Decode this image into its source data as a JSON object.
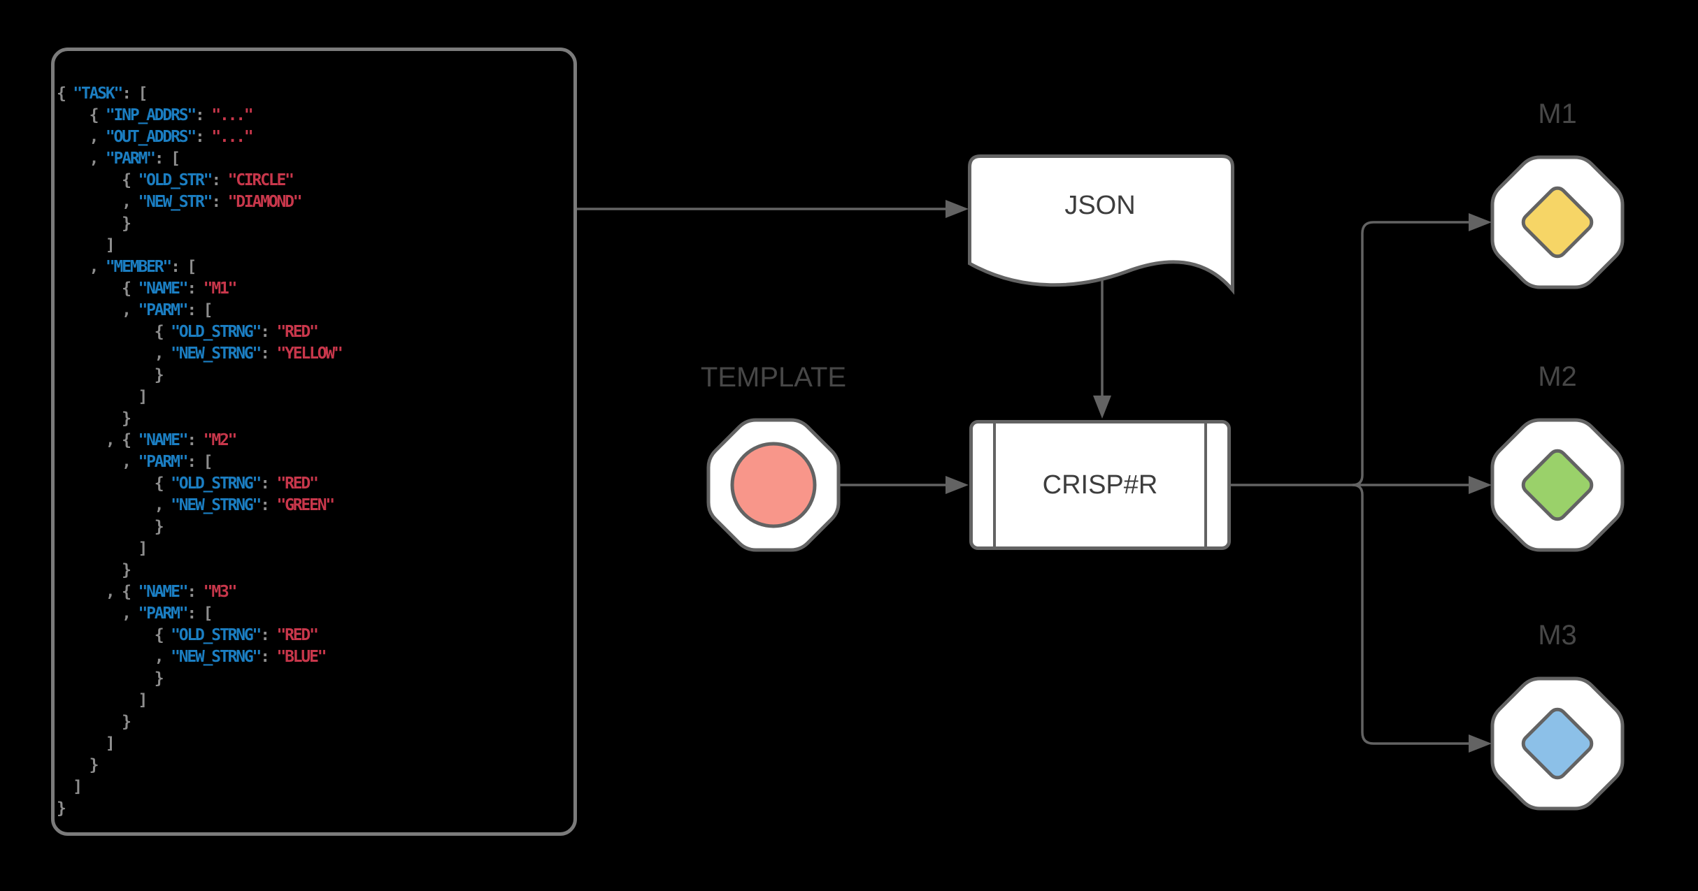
{
  "canvas": {
    "background": "#000000"
  },
  "code_panel": {
    "syntax_colors": {
      "k": "#1B7EC2",
      "v": "#C8374B",
      "p": "#8E8E8E"
    },
    "lines": [
      [
        [
          "p",
          "{ "
        ],
        [
          "k",
          "\"TASK\""
        ],
        [
          "p",
          ": ["
        ]
      ],
      [
        [
          "p",
          "    { "
        ],
        [
          "k",
          "\"INP_ADDRS\""
        ],
        [
          "p",
          ": "
        ],
        [
          "v",
          "\"...\""
        ]
      ],
      [
        [
          "p",
          "    , "
        ],
        [
          "k",
          "\"OUT_ADDRS\""
        ],
        [
          "p",
          ": "
        ],
        [
          "v",
          "\"...\""
        ]
      ],
      [
        [
          "p",
          "    , "
        ],
        [
          "k",
          "\"PARM\""
        ],
        [
          "p",
          ": ["
        ]
      ],
      [
        [
          "p",
          "        { "
        ],
        [
          "k",
          "\"OLD_STR\""
        ],
        [
          "p",
          ": "
        ],
        [
          "v",
          "\"CIRCLE\""
        ]
      ],
      [
        [
          "p",
          "        , "
        ],
        [
          "k",
          "\"NEW_STR\""
        ],
        [
          "p",
          ": "
        ],
        [
          "v",
          "\"DIAMOND\""
        ]
      ],
      [
        [
          "p",
          "        }"
        ]
      ],
      [
        [
          "p",
          "      ]"
        ]
      ],
      [
        [
          "p",
          "    , "
        ],
        [
          "k",
          "\"MEMBER\""
        ],
        [
          "p",
          ": ["
        ]
      ],
      [
        [
          "p",
          "        { "
        ],
        [
          "k",
          "\"NAME\""
        ],
        [
          "p",
          ": "
        ],
        [
          "v",
          "\"M1\""
        ]
      ],
      [
        [
          "p",
          "        , "
        ],
        [
          "k",
          "\"PARM\""
        ],
        [
          "p",
          ": ["
        ]
      ],
      [
        [
          "p",
          "            { "
        ],
        [
          "k",
          "\"OLD_STRNG\""
        ],
        [
          "p",
          ": "
        ],
        [
          "v",
          "\"RED\""
        ]
      ],
      [
        [
          "p",
          "            , "
        ],
        [
          "k",
          "\"NEW_STRNG\""
        ],
        [
          "p",
          ": "
        ],
        [
          "v",
          "\"YELLOW\""
        ]
      ],
      [
        [
          "p",
          "            }"
        ]
      ],
      [
        [
          "p",
          "          ]"
        ]
      ],
      [
        [
          "p",
          "        }"
        ]
      ],
      [
        [
          "p",
          "      , { "
        ],
        [
          "k",
          "\"NAME\""
        ],
        [
          "p",
          ": "
        ],
        [
          "v",
          "\"M2\""
        ]
      ],
      [
        [
          "p",
          "        , "
        ],
        [
          "k",
          "\"PARM\""
        ],
        [
          "p",
          ": ["
        ]
      ],
      [
        [
          "p",
          "            { "
        ],
        [
          "k",
          "\"OLD_STRNG\""
        ],
        [
          "p",
          ": "
        ],
        [
          "v",
          "\"RED\""
        ]
      ],
      [
        [
          "p",
          "            , "
        ],
        [
          "k",
          "\"NEW_STRNG\""
        ],
        [
          "p",
          ": "
        ],
        [
          "v",
          "\"GREEN\""
        ]
      ],
      [
        [
          "p",
          "            }"
        ]
      ],
      [
        [
          "p",
          "          ]"
        ]
      ],
      [
        [
          "p",
          "        }"
        ]
      ],
      [
        [
          "p",
          "      , { "
        ],
        [
          "k",
          "\"NAME\""
        ],
        [
          "p",
          ": "
        ],
        [
          "v",
          "\"M3\""
        ]
      ],
      [
        [
          "p",
          "        , "
        ],
        [
          "k",
          "\"PARM\""
        ],
        [
          "p",
          ": ["
        ]
      ],
      [
        [
          "p",
          "            { "
        ],
        [
          "k",
          "\"OLD_STRNG\""
        ],
        [
          "p",
          ": "
        ],
        [
          "v",
          "\"RED\""
        ]
      ],
      [
        [
          "p",
          "            , "
        ],
        [
          "k",
          "\"NEW_STRNG\""
        ],
        [
          "p",
          ": "
        ],
        [
          "v",
          "\"BLUE\""
        ]
      ],
      [
        [
          "p",
          "            }"
        ]
      ],
      [
        [
          "p",
          "          ]"
        ]
      ],
      [
        [
          "p",
          "        }"
        ]
      ],
      [
        [
          "p",
          "      ]"
        ]
      ],
      [
        [
          "p",
          "    }"
        ]
      ],
      [
        [
          "p",
          "  ]"
        ]
      ],
      [
        [
          "p",
          "}"
        ]
      ]
    ]
  },
  "flow": {
    "stroke_color": "#636363",
    "doc": {
      "label": "JSON"
    },
    "template": {
      "label": "TEMPLATE",
      "fill": "#F8968A"
    },
    "process": {
      "label": "CRISP#R"
    },
    "members": [
      {
        "label": "M1",
        "fill": "#F6D566"
      },
      {
        "label": "M2",
        "fill": "#9AD16A"
      },
      {
        "label": "M3",
        "fill": "#8CC0E8"
      }
    ]
  }
}
